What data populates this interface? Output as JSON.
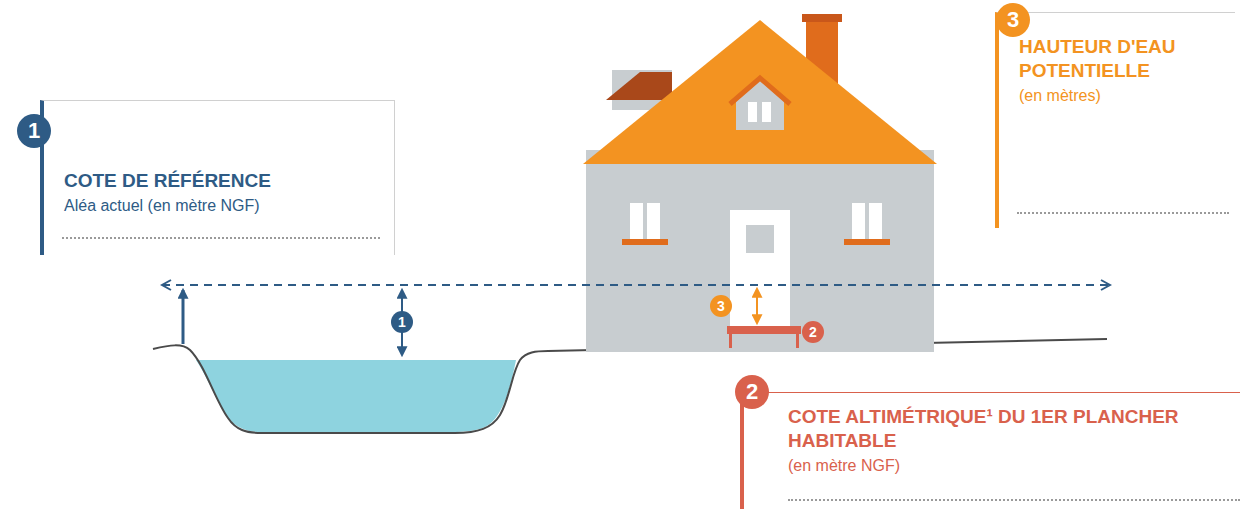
{
  "diagram": {
    "nodes": [
      {
        "text": [
          "1",
          "COTE DE RÉFÉRENCE",
          "Aléa actuel (en mètre NGF)"
        ]
      },
      {
        "text": [
          "3",
          "HAUTEUR D'EAU POTENTIELLE",
          "(en mètres)"
        ]
      },
      {
        "text": [
          "2",
          "COTE ALTIMÉTRIQUE¹ DU 1ER PLANCHER HABITABLE",
          "(en mètre NGF)"
        ]
      }
    ],
    "labels": [
      "1",
      "3",
      "2"
    ]
  }
}
